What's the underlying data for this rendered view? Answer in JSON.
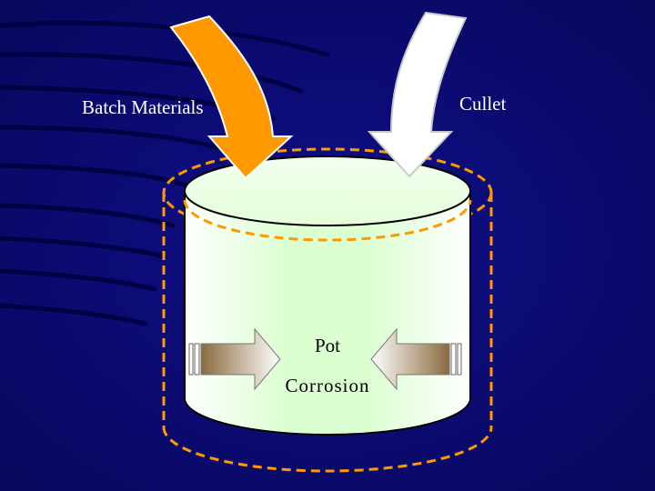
{
  "labels": {
    "batch_materials": "Batch Materials",
    "cullet": "Cullet",
    "pot": "Pot",
    "corrosion": "Corrosion"
  },
  "colors": {
    "background": "#0a0a6e",
    "batch_arrow": "#ff9900",
    "cullet_arrow": "#ffffff",
    "pot_fill": "#eaffdc",
    "dashed_outline": "#ff9900",
    "corrosion_arrow": "#8b6a3e"
  }
}
